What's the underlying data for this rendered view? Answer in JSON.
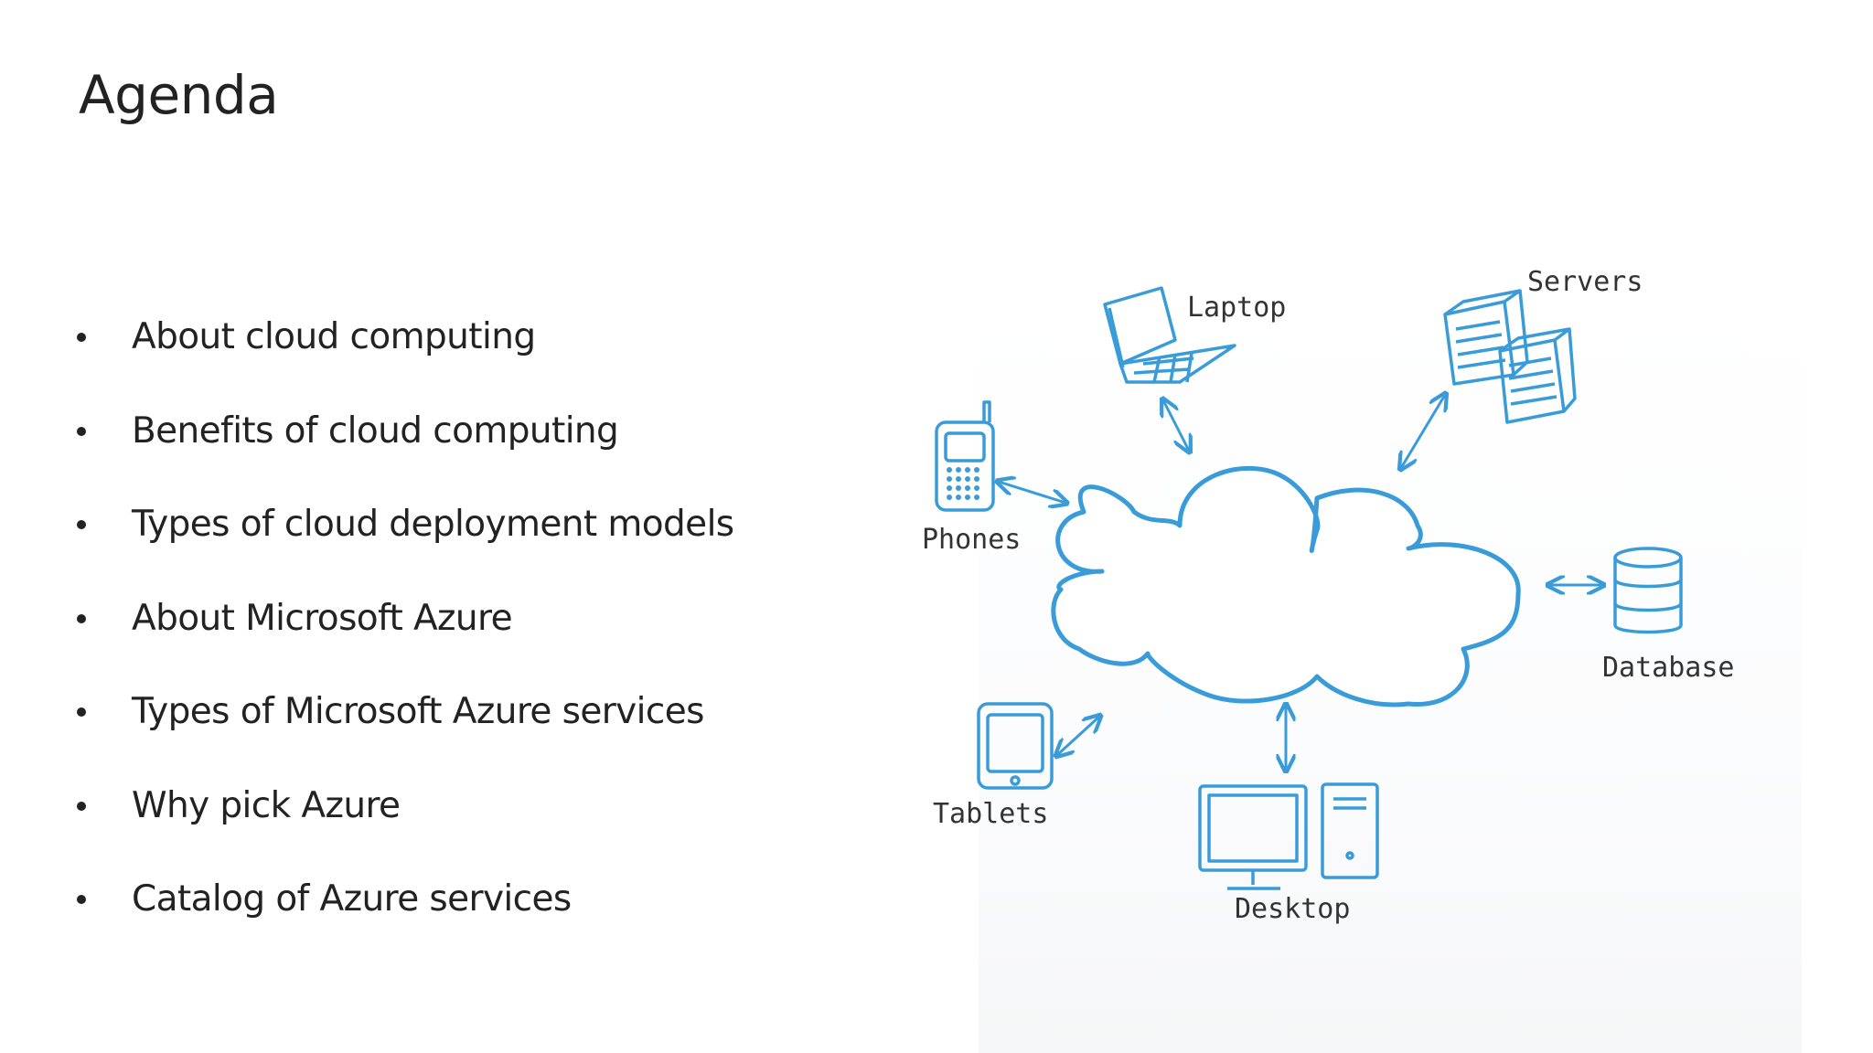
{
  "slide": {
    "title": "Agenda",
    "agenda_items": [
      "About cloud computing",
      "Benefits of cloud computing",
      "Types of cloud deployment models",
      "About Microsoft Azure",
      "Types of Microsoft Azure services",
      "Why pick Azure",
      "Catalog of Azure services"
    ]
  },
  "diagram": {
    "labels": {
      "laptop": "Laptop",
      "servers": "Servers",
      "phones": "Phones",
      "database": "Database",
      "tablets": "Tablets",
      "desktop": "Desktop"
    },
    "stroke_color": "#3a9bd9",
    "icons": [
      "cloud-icon",
      "laptop-icon",
      "servers-icon",
      "phone-icon",
      "database-icon",
      "tablet-icon",
      "desktop-icon"
    ]
  }
}
